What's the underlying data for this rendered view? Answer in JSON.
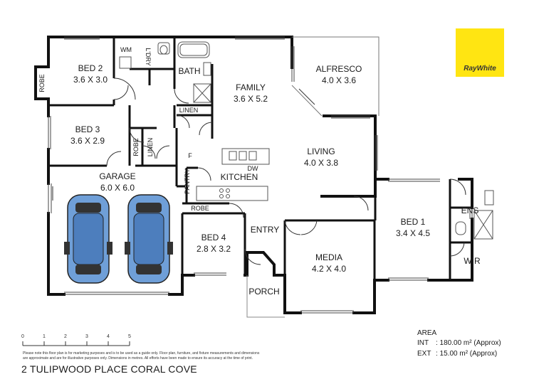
{
  "brand": {
    "name": "RayWhite",
    "color": "#FFE512",
    "text_color": "#333333"
  },
  "rooms": {
    "bed2": {
      "name": "BED 2",
      "dims": "3.6 X 3.0"
    },
    "robe1": {
      "name": "ROBE"
    },
    "wm": {
      "name": "WM"
    },
    "ldry": {
      "name": "L'DRY"
    },
    "bath": {
      "name": "BATH"
    },
    "family": {
      "name": "FAMILY",
      "dims": "3.6 X 5.2"
    },
    "alfresco": {
      "name": "ALFRESCO",
      "dims": "4.0 X 3.6"
    },
    "bed3": {
      "name": "BED 3",
      "dims": "3.6 X 2.9"
    },
    "robe2": {
      "name": "ROBE"
    },
    "linen1": {
      "name": "LINEN"
    },
    "linen2": {
      "name": "LINEN"
    },
    "fridge": {
      "name": "F"
    },
    "dw": {
      "name": "DW"
    },
    "kitchen": {
      "name": "KITCHEN"
    },
    "pantry": {
      "name": "PANTRY"
    },
    "living": {
      "name": "LIVING",
      "dims": "4.0 X 3.8"
    },
    "garage": {
      "name": "GARAGE",
      "dims": "6.0 X 6.0"
    },
    "robe3": {
      "name": "ROBE"
    },
    "bed4": {
      "name": "BED 4",
      "dims": "2.8 X 3.2"
    },
    "entry": {
      "name": "ENTRY"
    },
    "media": {
      "name": "MEDIA",
      "dims": "4.2 X 4.0"
    },
    "porch": {
      "name": "PORCH"
    },
    "bed1": {
      "name": "BED 1",
      "dims": "3.4 X 4.5"
    },
    "ens": {
      "name": "ENS"
    },
    "wir": {
      "name": "WIR"
    }
  },
  "scale": {
    "ticks": [
      "0",
      "1",
      "2",
      "3",
      "4",
      "5"
    ]
  },
  "disclaimer": [
    "Please note this floor plan is for marketing purposes and is to be used as a guide only. Floor plan, furniture, and fixture measurements and dimensions",
    "are approximate and are for illustrative purposes only. Dimensions in metres. All efforts have been made to ensure its accuracy at the time of print."
  ],
  "area": {
    "heading": "AREA",
    "int_label": "INT",
    "int_value": ": 180.00 m² (Approx)",
    "ext_label": "EXT",
    "ext_value": ": 15.00 m² (Approx)"
  },
  "address": "2 TULIPWOOD PLACE CORAL COVE"
}
